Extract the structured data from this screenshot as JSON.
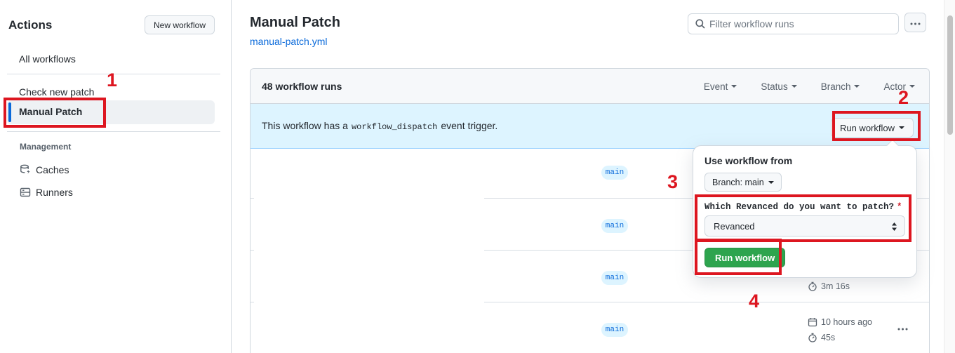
{
  "colors": {
    "annotation_red": "#dd1620",
    "link_blue": "#0969da",
    "banner_bg": "#ddf4ff",
    "button_green": "#2da44e",
    "tab_indicator_orange": "#f78166",
    "badge_bg": "#ddf4ff"
  },
  "icons": {
    "search": "magnifier glyph",
    "kebab": "three horizontal dots",
    "caret": "small down triangle",
    "cache": "database cylinder with bolt",
    "runners": "server rack",
    "stopwatch": "stopwatch dial",
    "calendar": "calendar grid",
    "select_updown": "up and down chevrons"
  },
  "sidebar": {
    "title": "Actions",
    "new_workflow_button": "New workflow",
    "items": [
      {
        "label": "All workflows",
        "selected": false
      },
      {
        "label": "Check new patch",
        "selected": false
      },
      {
        "label": "Manual Patch",
        "selected": true
      }
    ],
    "management_label": "Management",
    "management_items": [
      {
        "label": "Caches"
      },
      {
        "label": "Runners"
      }
    ]
  },
  "header": {
    "title": "Manual Patch",
    "file_link": "manual-patch.yml",
    "filter_placeholder": "Filter workflow runs"
  },
  "runs": {
    "count_label": "48 workflow runs",
    "filters": [
      "Event",
      "Status",
      "Branch",
      "Actor"
    ],
    "banner": {
      "text_before": "This workflow has a",
      "code": "workflow_dispatch",
      "text_after": "event trigger.",
      "run_workflow_button": "Run workflow"
    },
    "rows": [
      {
        "branch": "main"
      },
      {
        "branch": "main"
      },
      {
        "branch": "main",
        "duration": "3m 16s"
      },
      {
        "branch": "main",
        "date": "10 hours ago",
        "duration": "45s"
      }
    ]
  },
  "dialog": {
    "title": "Use workflow from",
    "branch_button": "Branch: main",
    "question": "Which Revanced do you want to patch?",
    "required_mark": "*",
    "select_value": "Revanced",
    "run_button": "Run workflow"
  },
  "annotations": {
    "steps": [
      "1",
      "2",
      "3",
      "4"
    ]
  }
}
